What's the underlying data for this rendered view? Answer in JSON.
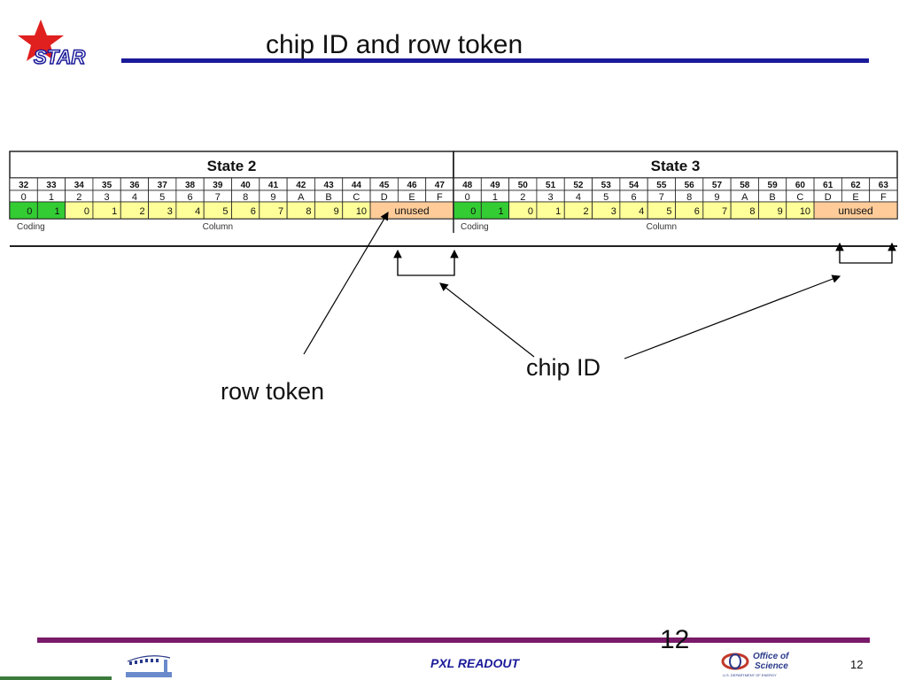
{
  "header": {
    "title": "chip ID and row token",
    "logo_text": "STAR"
  },
  "tables": [
    {
      "header": "State 2",
      "bits": [
        "32",
        "33",
        "34",
        "35",
        "36",
        "37",
        "38",
        "39",
        "40",
        "41",
        "42",
        "43",
        "44",
        "45",
        "46",
        "47"
      ],
      "hex": [
        "0",
        "1",
        "2",
        "3",
        "4",
        "5",
        "6",
        "7",
        "8",
        "9",
        "A",
        "B",
        "C",
        "D",
        "E",
        "F"
      ],
      "coding": [
        "0",
        "1"
      ],
      "column": [
        "0",
        "1",
        "2",
        "3",
        "4",
        "5",
        "6",
        "7",
        "8",
        "9",
        "10"
      ],
      "unused": "unused",
      "coding_label": "Coding",
      "column_label": "Column"
    },
    {
      "header": "State 3",
      "bits": [
        "48",
        "49",
        "50",
        "51",
        "52",
        "53",
        "54",
        "55",
        "56",
        "57",
        "58",
        "59",
        "60",
        "61",
        "62",
        "63"
      ],
      "hex": [
        "0",
        "1",
        "2",
        "3",
        "4",
        "5",
        "6",
        "7",
        "8",
        "9",
        "A",
        "B",
        "C",
        "D",
        "E",
        "F"
      ],
      "coding": [
        "0",
        "1"
      ],
      "column": [
        "0",
        "1",
        "2",
        "3",
        "4",
        "5",
        "6",
        "7",
        "8",
        "9",
        "10"
      ],
      "unused": "unused",
      "coding_label": "Coding",
      "column_label": "Column"
    }
  ],
  "annotations": {
    "row_token": "row token",
    "chip_id": "chip ID"
  },
  "footer": {
    "big_page_number": "12",
    "title": "PXL READOUT",
    "page_number": "12",
    "office_logo_line1": "Office of",
    "office_logo_line2": "Science",
    "office_logo_sub": "U.S. DEPARTMENT OF ENERGY"
  },
  "colors": {
    "title_rule": "#1a1a9a",
    "footer_rule": "#7a1a6a",
    "coding_green": "#33cc33",
    "column_yellow": "#ffff99",
    "unused_peach": "#ffcc99"
  }
}
